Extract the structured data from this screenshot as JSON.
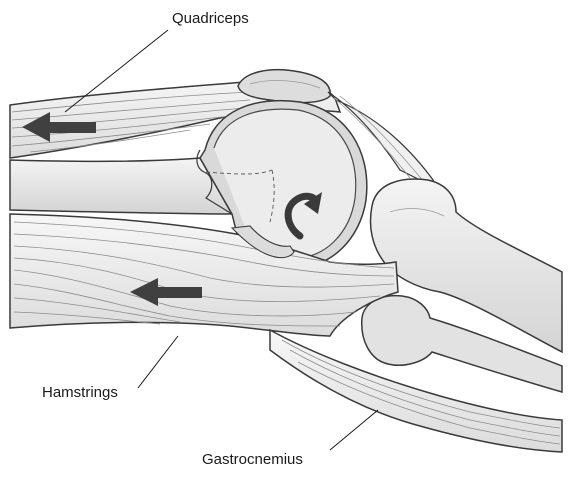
{
  "labels": {
    "quadriceps": "Quadriceps",
    "hamstrings": "Hamstrings",
    "gastrocnemius": "Gastrocnemius"
  },
  "colors": {
    "muscle_fill": "#f2f2f2",
    "bone_fill": "#e6e6e6",
    "cartilage_fill": "#cfcfcf",
    "outline": "#3a3a3a",
    "fiber": "#8c8c8c",
    "arrow": "#404040"
  },
  "icons": {
    "quadriceps_arrow": "arrow-left-icon",
    "hamstrings_arrow": "arrow-left-icon",
    "rotation_arrow": "curved-arrow-icon"
  }
}
